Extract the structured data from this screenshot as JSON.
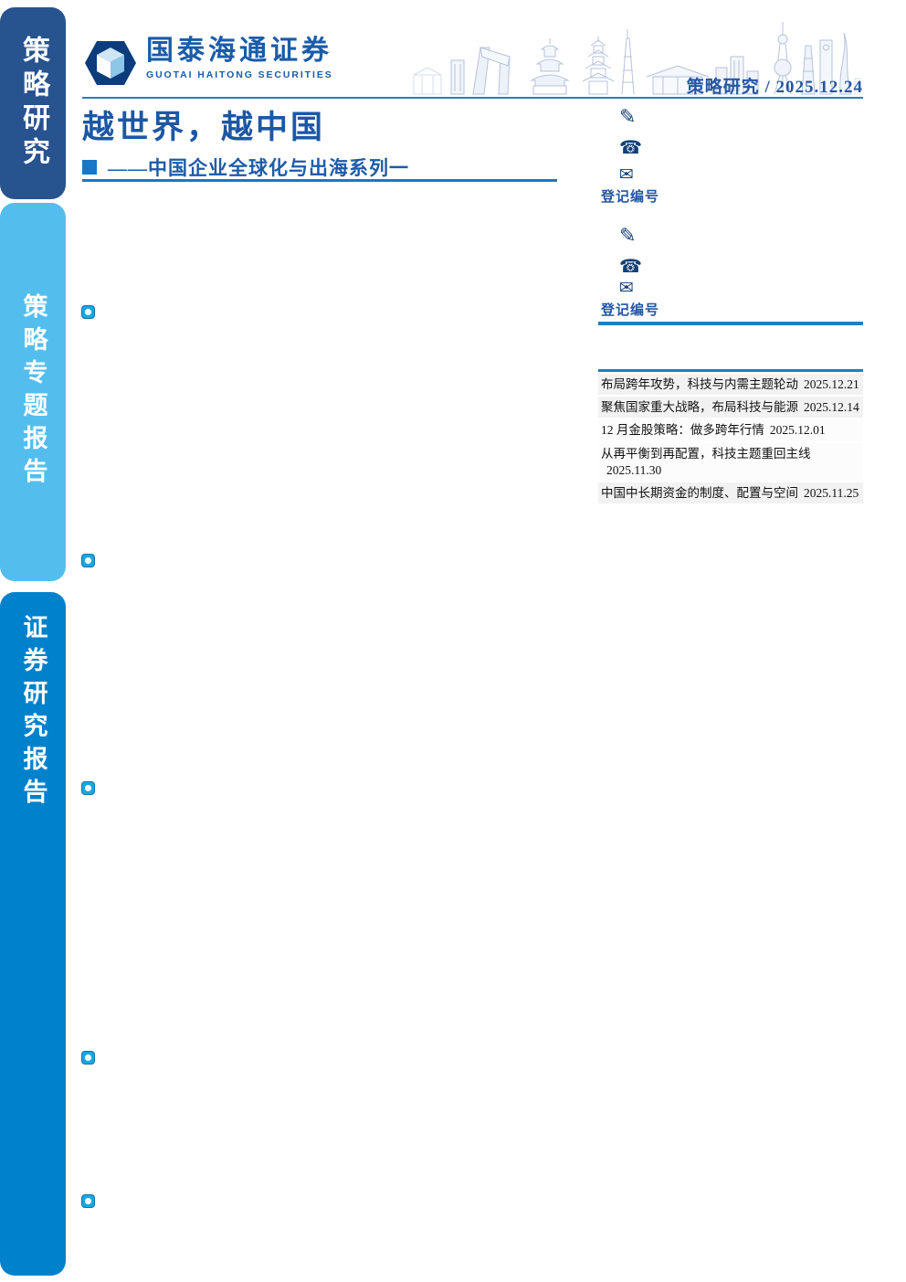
{
  "sidebar": {
    "boxes": [
      {
        "label": "策略研究"
      },
      {
        "label": "策略专题报告"
      },
      {
        "label": "证券研究报告"
      }
    ]
  },
  "header": {
    "logo_cn": "国泰海通证券",
    "logo_en": "GUOTAI HAITONG SECURITIES",
    "category": "策略研究",
    "separator": "/",
    "date": "2025.12.24"
  },
  "title_block": {
    "title": "越世界，越中国",
    "subtitle": "——中国企业全球化与出海系列一"
  },
  "icons": {
    "pen": "✎",
    "phone": "☎",
    "email": "✉"
  },
  "contacts": [
    {
      "reg_label": "登记编号"
    },
    {
      "reg_label": "登记编号"
    }
  ],
  "related_reports": {
    "rows": [
      {
        "title": "布局跨年攻势，科技与内需主题轮动",
        "date": "2025.12.21"
      },
      {
        "title": "聚焦国家重大战略，布局科技与能源",
        "date": "2025.12.14"
      },
      {
        "title": "12 月金股策略：做多跨年行情",
        "date": "2025.12.01"
      },
      {
        "title": "从再平衡到再配置，科技主题重回主线",
        "date": "2025.11.30"
      },
      {
        "title": "中国中长期资金的制度、配置与空间",
        "date": "2025.11.25"
      }
    ]
  },
  "colors": {
    "sidebar_navy": "#27538f",
    "sidebar_sky": "#53beee",
    "sidebar_blue": "#0081cc",
    "brand_blue": "#1a5ca9",
    "title_blue": "#1c57a5",
    "accent_rule": "#1778c8",
    "thick_rule": "#1b7fc4",
    "calligraphy_blue": "#2456a2",
    "icon_navy": "#123f75",
    "bullet_cyan": "#18a8e2",
    "row_shade": "#f2f2f2"
  }
}
